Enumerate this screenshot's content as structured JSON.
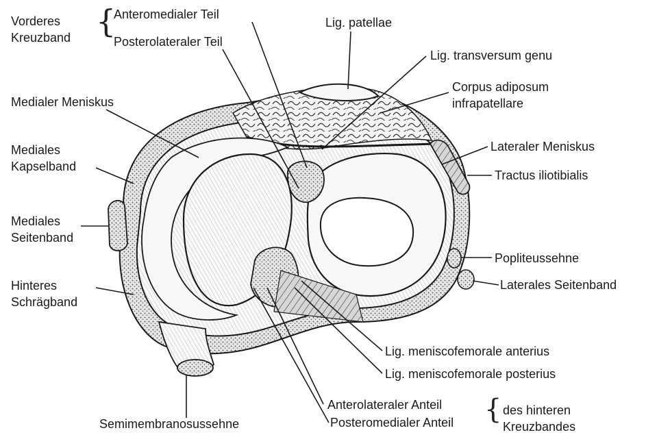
{
  "labels": {
    "vorderes_kreuzband_1": "Vorderes",
    "vorderes_kreuzband_2": "Kreuzband",
    "anteromedialer_teil": "Anteromedialer Teil",
    "posterolateraler_teil": "Posterolateraler Teil",
    "lig_patellae": "Lig. patellae",
    "lig_transversum_genu": "Lig. transversum genu",
    "corpus_adiposum_1": "Corpus adiposum",
    "corpus_adiposum_2": "infrapatellare",
    "medialer_meniskus": "Medialer Meniskus",
    "mediales_kapselband_1": "Mediales",
    "mediales_kapselband_2": "Kapselband",
    "lateraler_meniskus": "Lateraler Meniskus",
    "tractus_iliotibialis": "Tractus iliotibialis",
    "mediales_seitenband_1": "Mediales",
    "mediales_seitenband_2": "Seitenband",
    "popliteussehne": "Popliteussehne",
    "hinteres_schraegband_1": "Hinteres",
    "hinteres_schraegband_2": "Schrägband",
    "laterales_seitenband": "Laterales Seitenband",
    "lig_meniscofemorale_anterius": "Lig. meniscofemorale anterius",
    "lig_meniscofemorale_posterius": "Lig. meniscofemorale posterius",
    "anterolateraler_anteil": "Anterolateraler Anteil",
    "posteromedialer_anteil": "Posteromedialer Anteil",
    "des_hinteren": "des hinteren",
    "kreuzbandes": "Kreuzbandes",
    "semimembranosussehne": "Semimembranosussehne"
  },
  "colors": {
    "ink": "#1a1a1a",
    "tissue_fill": "#f2f2f2",
    "dark_fill": "#5a5a5a",
    "background": "#ffffff"
  }
}
